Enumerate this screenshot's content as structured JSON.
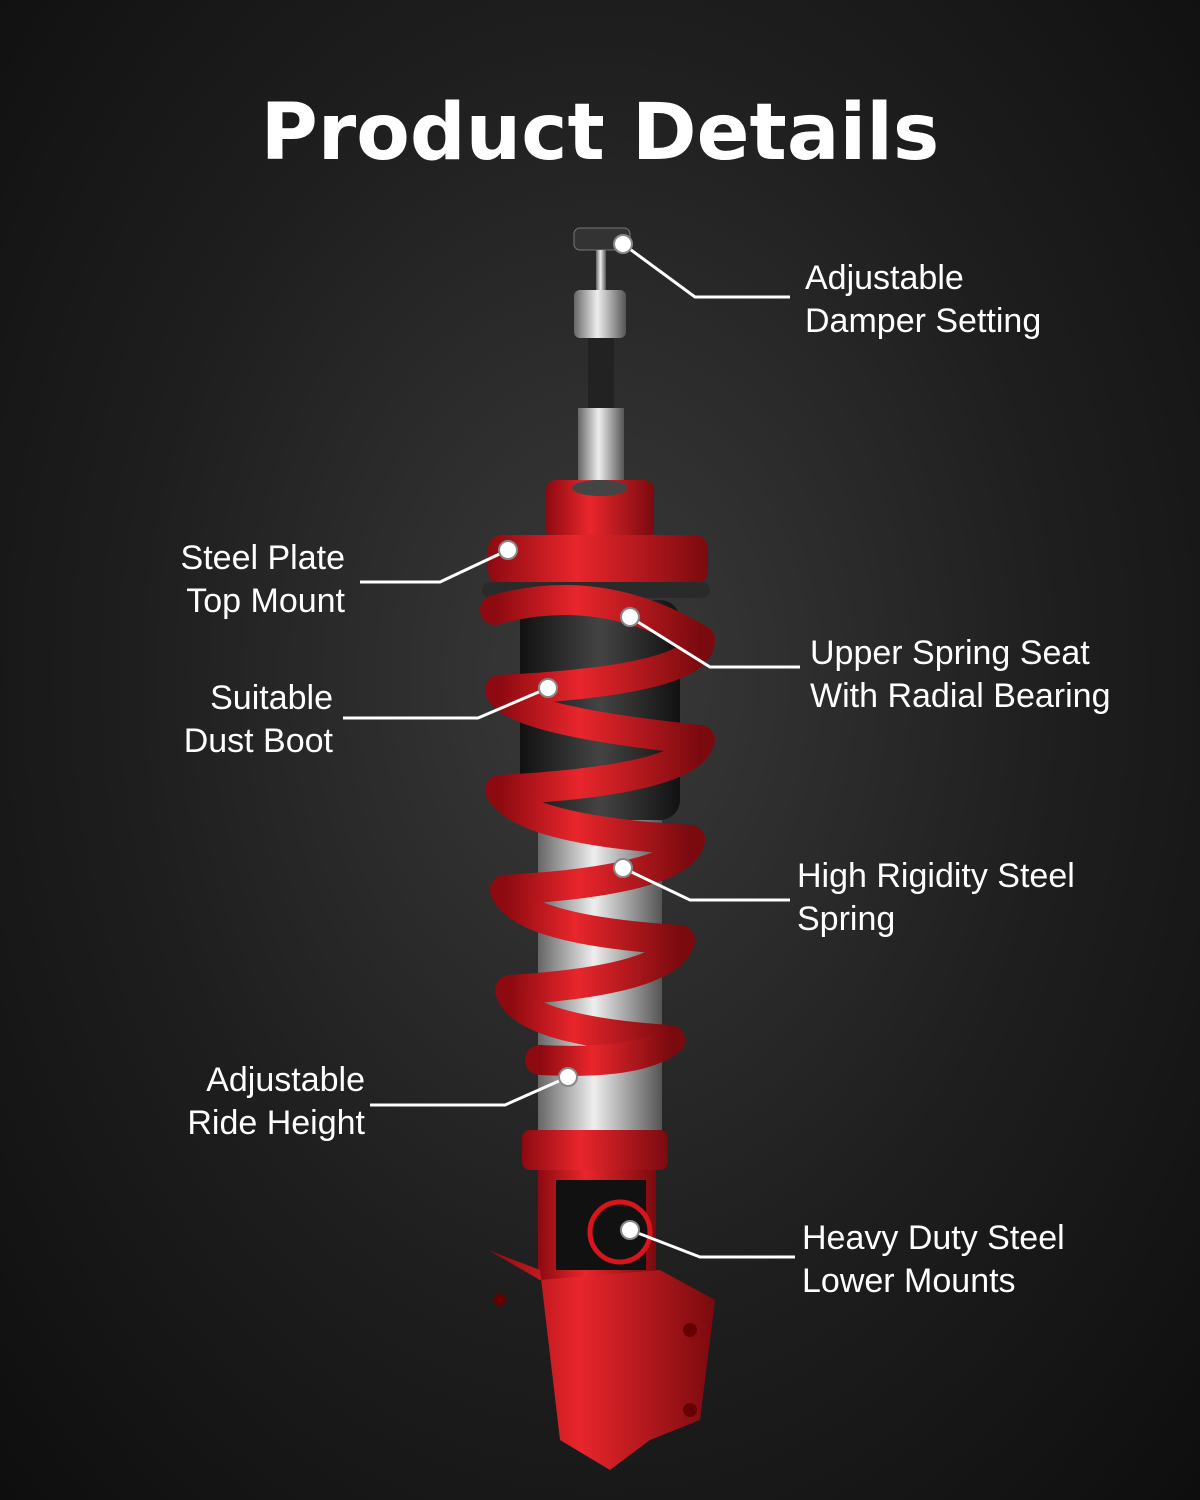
{
  "title": "Product Details",
  "callouts": [
    {
      "line1": "Adjustable",
      "line2": "Damper Setting"
    },
    {
      "line1": "Steel Plate",
      "line2": "Top Mount"
    },
    {
      "line1": "Upper Spring Seat",
      "line2": "With Radial Bearing"
    },
    {
      "line1": "Suitable",
      "line2": "Dust Boot"
    },
    {
      "line1": "High Rigidity Steel",
      "line2": "Spring"
    },
    {
      "line1": "Adjustable",
      "line2": "Ride Height"
    },
    {
      "line1": "Heavy Duty Steel",
      "line2": "Lower Mounts"
    }
  ],
  "colors": {
    "background": "#1e1e1e",
    "accent_red": "#d8141c",
    "text": "#ffffff"
  }
}
